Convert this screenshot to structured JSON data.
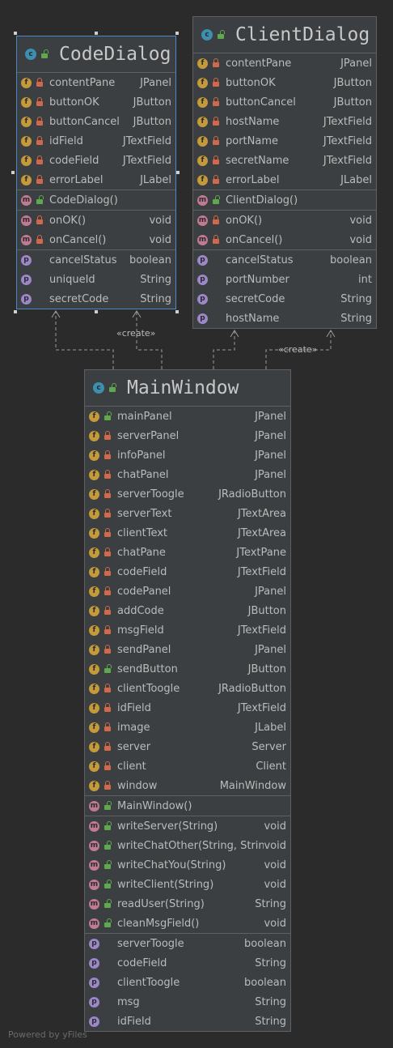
{
  "classes": {
    "code_dialog": {
      "name": "CodeDialog",
      "fields": [
        {
          "name": "contentPane",
          "type": "JPanel",
          "vis": "private"
        },
        {
          "name": "buttonOK",
          "type": "JButton",
          "vis": "private"
        },
        {
          "name": "buttonCancel",
          "type": "JButton",
          "vis": "private"
        },
        {
          "name": "idField",
          "type": "JTextField",
          "vis": "private"
        },
        {
          "name": "codeField",
          "type": "JTextField",
          "vis": "private"
        },
        {
          "name": "errorLabel",
          "type": "JLabel",
          "vis": "private"
        }
      ],
      "constructors": [
        {
          "name": "CodeDialog()",
          "type": "",
          "vis": "public"
        }
      ],
      "methods": [
        {
          "name": "onOK()",
          "type": "void",
          "vis": "private"
        },
        {
          "name": "onCancel()",
          "type": "void",
          "vis": "private"
        }
      ],
      "properties": [
        {
          "name": "cancelStatus",
          "type": "boolean"
        },
        {
          "name": "uniqueId",
          "type": "String"
        },
        {
          "name": "secretCode",
          "type": "String"
        }
      ]
    },
    "client_dialog": {
      "name": "ClientDialog",
      "fields": [
        {
          "name": "contentPane",
          "type": "JPanel",
          "vis": "private"
        },
        {
          "name": "buttonOK",
          "type": "JButton",
          "vis": "private"
        },
        {
          "name": "buttonCancel",
          "type": "JButton",
          "vis": "private"
        },
        {
          "name": "hostName",
          "type": "JTextField",
          "vis": "private"
        },
        {
          "name": "portName",
          "type": "JTextField",
          "vis": "private"
        },
        {
          "name": "secretName",
          "type": "JTextField",
          "vis": "private"
        },
        {
          "name": "errorLabel",
          "type": "JLabel",
          "vis": "private"
        }
      ],
      "constructors": [
        {
          "name": "ClientDialog()",
          "type": "",
          "vis": "public"
        }
      ],
      "methods": [
        {
          "name": "onOK()",
          "type": "void",
          "vis": "private"
        },
        {
          "name": "onCancel()",
          "type": "void",
          "vis": "private"
        }
      ],
      "properties": [
        {
          "name": "cancelStatus",
          "type": "boolean"
        },
        {
          "name": "portNumber",
          "type": "int"
        },
        {
          "name": "secretCode",
          "type": "String"
        },
        {
          "name": "hostName",
          "type": "String"
        }
      ]
    },
    "main_window": {
      "name": "MainWindow",
      "fields": [
        {
          "name": "mainPanel",
          "type": "JPanel",
          "vis": "public"
        },
        {
          "name": "serverPanel",
          "type": "JPanel",
          "vis": "private"
        },
        {
          "name": "infoPanel",
          "type": "JPanel",
          "vis": "private"
        },
        {
          "name": "chatPanel",
          "type": "JPanel",
          "vis": "private"
        },
        {
          "name": "serverToogle",
          "type": "JRadioButton",
          "vis": "private"
        },
        {
          "name": "serverText",
          "type": "JTextArea",
          "vis": "private"
        },
        {
          "name": "clientText",
          "type": "JTextArea",
          "vis": "private"
        },
        {
          "name": "chatPane",
          "type": "JTextPane",
          "vis": "private"
        },
        {
          "name": "codeField",
          "type": "JTextField",
          "vis": "private"
        },
        {
          "name": "codePanel",
          "type": "JPanel",
          "vis": "private"
        },
        {
          "name": "addCode",
          "type": "JButton",
          "vis": "private"
        },
        {
          "name": "msgField",
          "type": "JTextField",
          "vis": "private"
        },
        {
          "name": "sendPanel",
          "type": "JPanel",
          "vis": "private"
        },
        {
          "name": "sendButton",
          "type": "JButton",
          "vis": "public"
        },
        {
          "name": "clientToogle",
          "type": "JRadioButton",
          "vis": "private"
        },
        {
          "name": "idField",
          "type": "JTextField",
          "vis": "private"
        },
        {
          "name": "image",
          "type": "JLabel",
          "vis": "private"
        },
        {
          "name": "server",
          "type": "Server",
          "vis": "private"
        },
        {
          "name": "client",
          "type": "Client",
          "vis": "private"
        },
        {
          "name": "window",
          "type": "MainWindow",
          "vis": "private"
        }
      ],
      "constructors": [
        {
          "name": "MainWindow()",
          "type": "",
          "vis": "public"
        }
      ],
      "methods": [
        {
          "name": "writeServer(String)",
          "type": "void",
          "vis": "public"
        },
        {
          "name": "writeChatOther(String, String)",
          "type": "void",
          "vis": "public"
        },
        {
          "name": "writeChatYou(String)",
          "type": "void",
          "vis": "public"
        },
        {
          "name": "writeClient(String)",
          "type": "void",
          "vis": "public"
        },
        {
          "name": "readUser(String)",
          "type": "String",
          "vis": "public"
        },
        {
          "name": "cleanMsgField()",
          "type": "void",
          "vis": "public"
        }
      ],
      "properties": [
        {
          "name": "serverToogle",
          "type": "boolean"
        },
        {
          "name": "codeField",
          "type": "String"
        },
        {
          "name": "clientToogle",
          "type": "boolean"
        },
        {
          "name": "msg",
          "type": "String"
        },
        {
          "name": "idField",
          "type": "String"
        }
      ]
    }
  },
  "edges": {
    "create_label_left": "«create»",
    "create_label_right": "«create»"
  },
  "footer": "Powered by yFiles",
  "colors": {
    "background": "#2b2b2b",
    "node_fill": "#3c3f41",
    "selected_border": "#4a88c7",
    "field_badge": "#c49a3a",
    "method_badge": "#c07b92",
    "property_badge": "#9c87c9",
    "class_badge": "#3d8fb0"
  }
}
